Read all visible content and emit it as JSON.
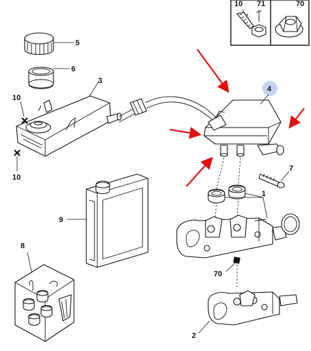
{
  "diagram": {
    "callouts": {
      "c10_inset": "10",
      "c71_inset": "71",
      "c70_inset": "70",
      "c5": "5",
      "c6": "6",
      "c3": "3",
      "c10_upper": "10",
      "c10_lower": "10",
      "c4": "4",
      "c7": "7",
      "c1": "1",
      "c9": "9",
      "c8": "8",
      "c70_lower": "70",
      "c2": "2"
    },
    "colors": {
      "line": "#111111",
      "arrow": "#e01010",
      "highlight": "#c5d3ee"
    },
    "icons": {
      "highlight_marker": "circle-highlight",
      "clip_marker": "x-clip"
    }
  }
}
